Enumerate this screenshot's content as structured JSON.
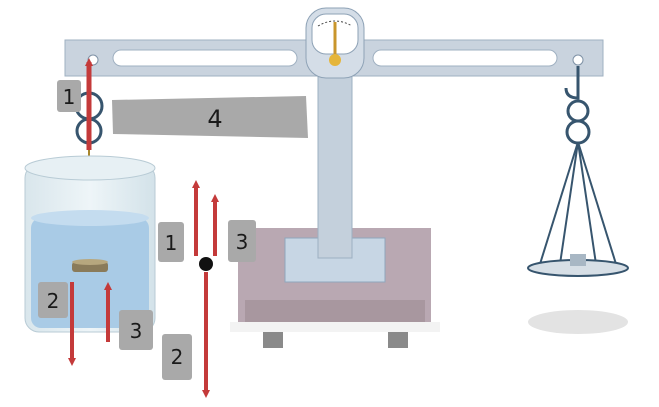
{
  "labels": {
    "hook_force": "1",
    "bar_label": "4",
    "buoyancy_left": "3",
    "weight_left": "2",
    "tension_right": "1",
    "buoyancy_right": "3",
    "weight_right": "2"
  },
  "colors": {
    "arrow": "#c43a3a",
    "beam": "#c9d3de",
    "water": "#a9cbe6",
    "base": "#b9a8b2",
    "tag": "#a9a9a9"
  }
}
